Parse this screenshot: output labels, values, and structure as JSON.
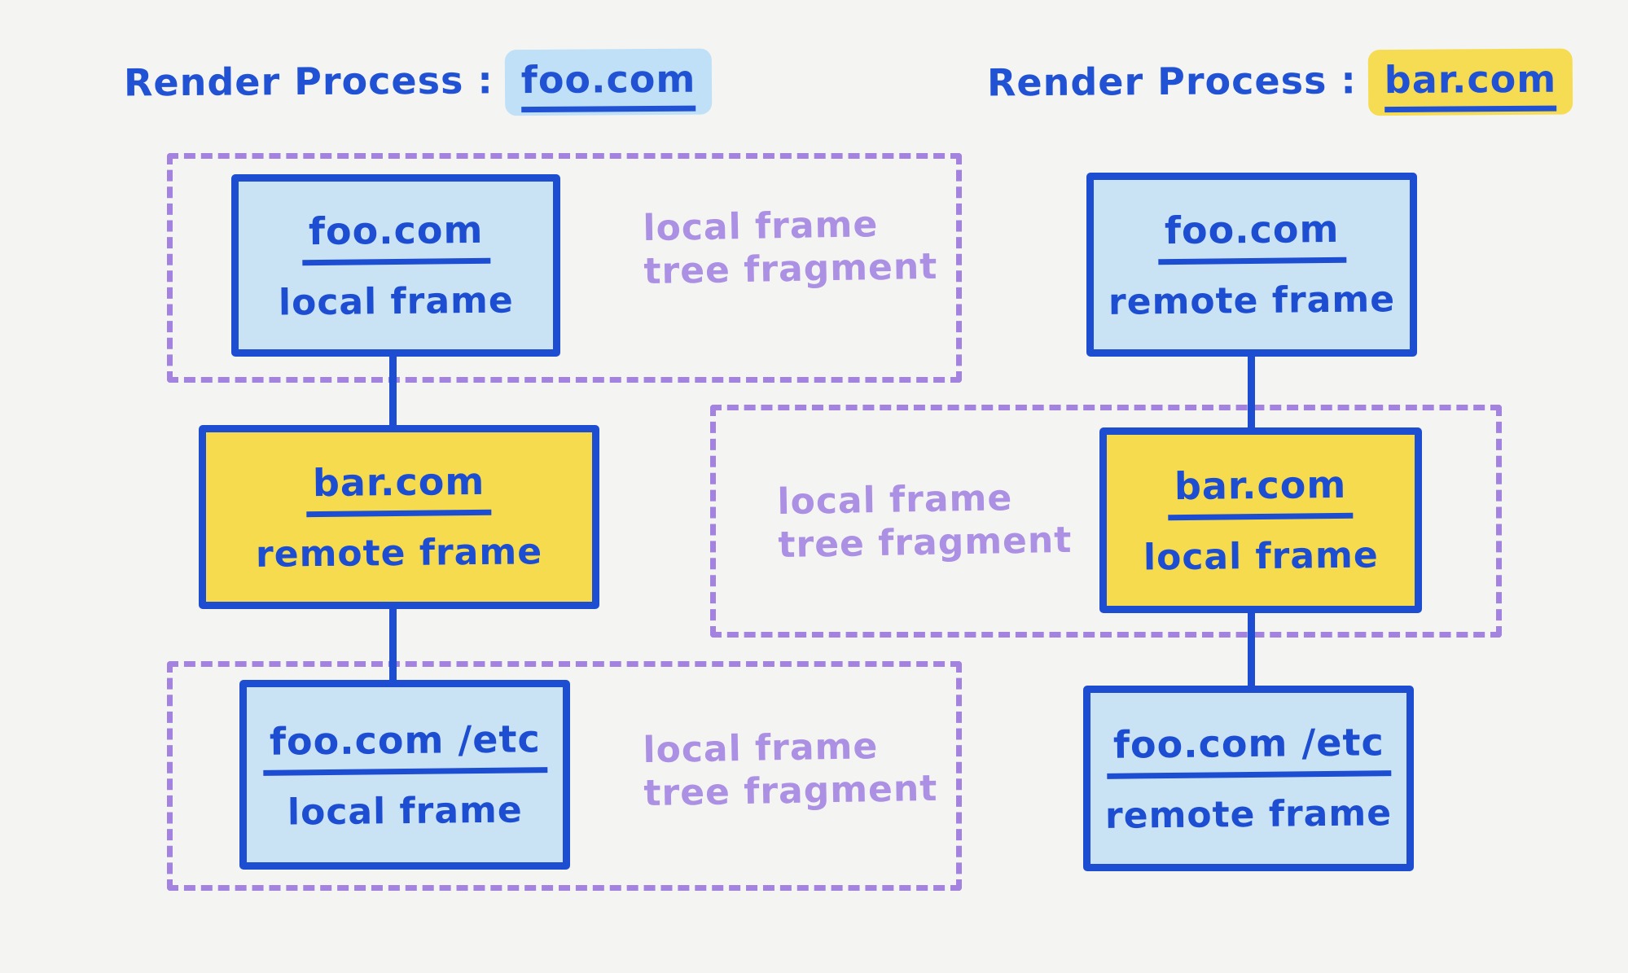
{
  "colors": {
    "background": "#f4f4f2",
    "ink_blue": "#1d4ed2",
    "title_blue": "#2152d3",
    "node_blue_fill": "#c9e3f5",
    "node_yellow_fill": "#f5db4d",
    "highlight_blue": "#bfe0f6",
    "highlight_yellow": "#f6dc52",
    "purple": "#ab90e3"
  },
  "titles": {
    "left": {
      "prefix": "Render Process :",
      "process": "foo.com"
    },
    "right": {
      "prefix": "Render Process :",
      "process": "bar.com"
    }
  },
  "fragment_labels": {
    "left_top": {
      "line1": "local frame",
      "line2": "tree fragment"
    },
    "right_mid": {
      "line1": "local frame",
      "line2": "tree fragment"
    },
    "left_bottom": {
      "line1": "local frame",
      "line2": "tree fragment"
    }
  },
  "left_column": {
    "node1": {
      "domain": "foo.com",
      "type": "local frame"
    },
    "node2": {
      "domain": "bar.com",
      "type": "remote frame"
    },
    "node3": {
      "domain": "foo.com /etc",
      "type": "local frame"
    }
  },
  "right_column": {
    "node1": {
      "domain": "foo.com",
      "type": "remote frame"
    },
    "node2": {
      "domain": "bar.com",
      "type": "local frame"
    },
    "node3": {
      "domain": "foo.com /etc",
      "type": "remote frame"
    }
  }
}
